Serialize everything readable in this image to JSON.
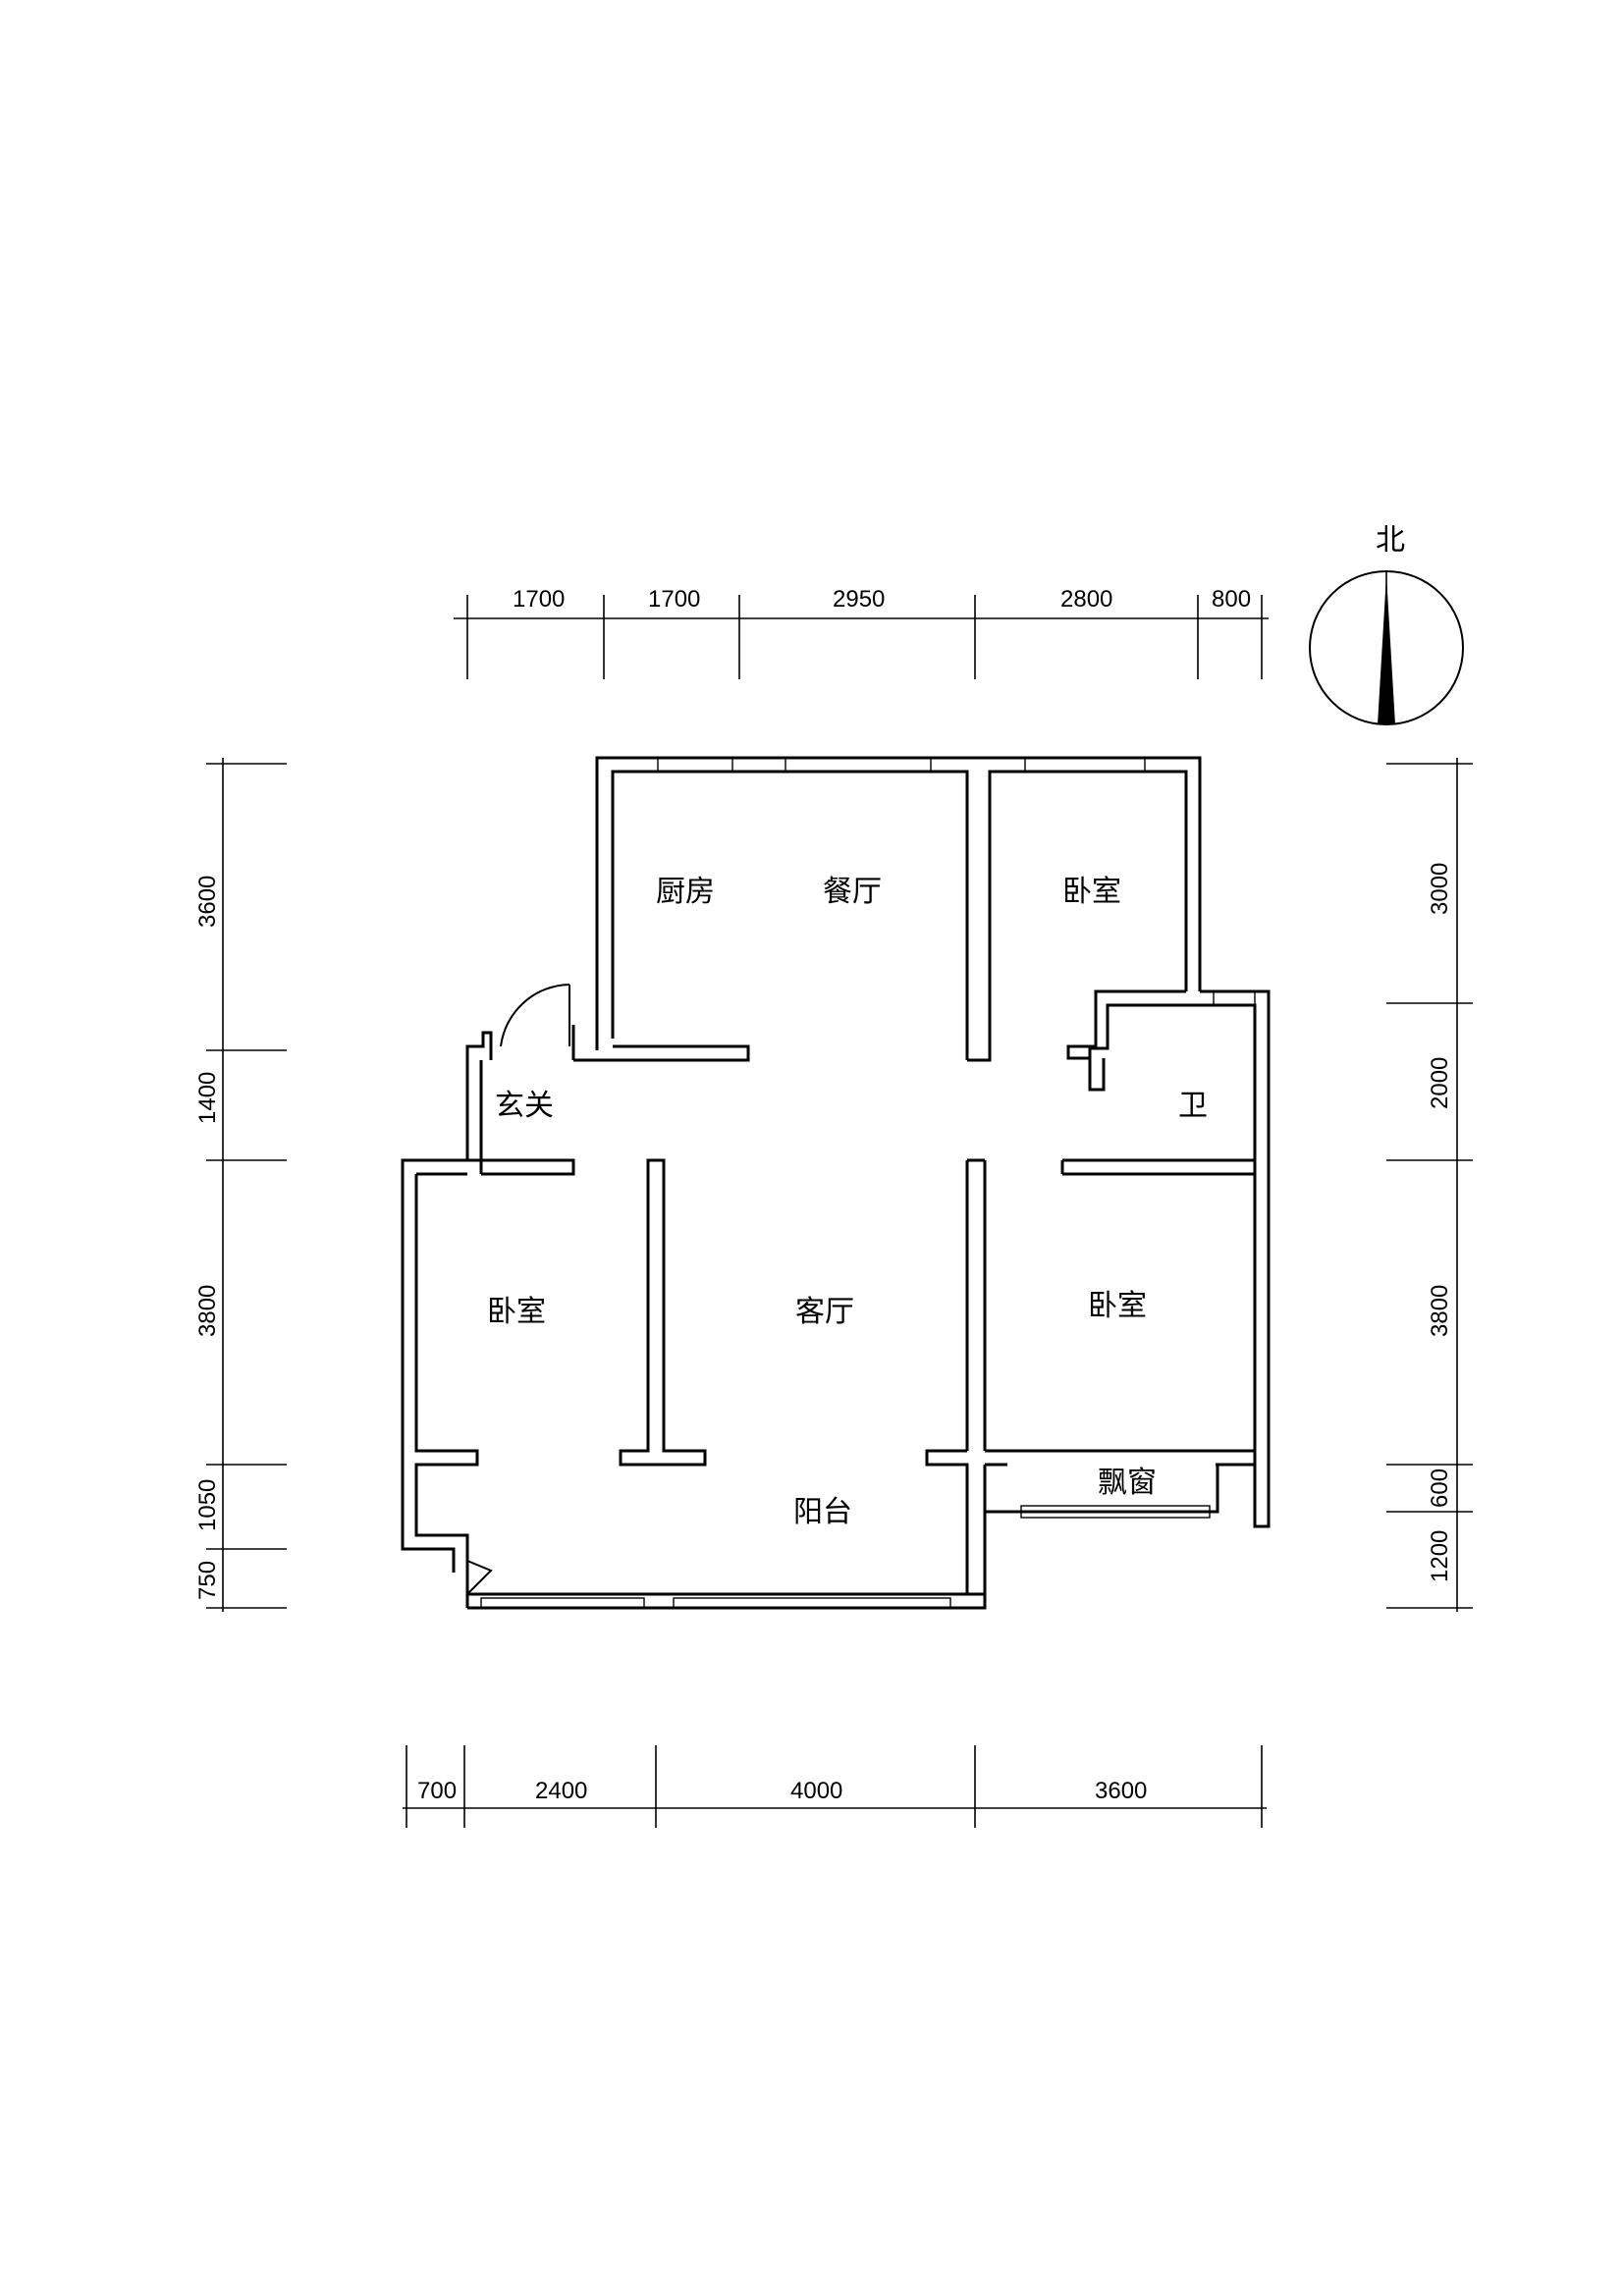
{
  "compass": {
    "label": "北"
  },
  "dimensions": {
    "top": [
      "1700",
      "1700",
      "2950",
      "2800",
      "800"
    ],
    "bottom": [
      "700",
      "2400",
      "4000",
      "3600"
    ],
    "left": [
      "3600",
      "1400",
      "3800",
      "1050",
      "750"
    ],
    "right": [
      "3000",
      "2000",
      "3800",
      "600",
      "1200"
    ]
  },
  "rooms": {
    "kitchen": "厨房",
    "dining": "餐厅",
    "bedroom_ne": "卧室",
    "entry": "玄关",
    "bathroom": "卫",
    "bedroom_w": "卧室",
    "living": "客厅",
    "bedroom_e": "卧室",
    "bay_window": "飘窗",
    "balcony": "阳台"
  }
}
